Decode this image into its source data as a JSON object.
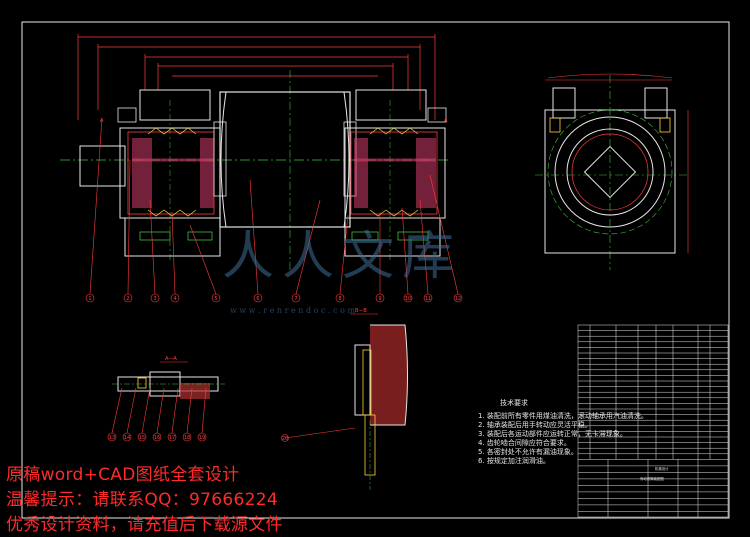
{
  "section_labels": {
    "a_a": "A—A",
    "b_b": "B—B"
  },
  "view_markers": {
    "a_left": "A",
    "a_right": "A"
  },
  "tech_notes": {
    "title": "技术要求",
    "lines": [
      "1. 装配前所有零件用煤油清洗，滚动轴承用汽油清洗。",
      "2. 轴承装配后用手转动应灵活平稳。",
      "3. 装配后各运动部件应运转正常，无卡滞现象。",
      "4. 齿轮啮合间隙应符合要求。",
      "5. 各密封处不允许有漏油现象。",
      "6. 按规定加注润滑油。"
    ]
  },
  "part_numbers": [
    "1",
    "2",
    "3",
    "4",
    "5",
    "6",
    "7",
    "8",
    "9",
    "10",
    "11",
    "12"
  ],
  "section_part_numbers": [
    "13",
    "14",
    "15",
    "16",
    "17",
    "18",
    "19"
  ],
  "bb_part_number": "20",
  "title_block": {
    "designation": "传动滚筒装配图",
    "school": "机械设计"
  },
  "watermark": {
    "logo_text": "人人文库",
    "url": "w w w . r e n r e n d o c . c o m"
  },
  "promo": {
    "line1": "原稿word+CAD图纸全套设计",
    "line2": "温馨提示：请联系QQ：97666224",
    "line3": "优秀设计资料，请充值后下载源文件"
  }
}
